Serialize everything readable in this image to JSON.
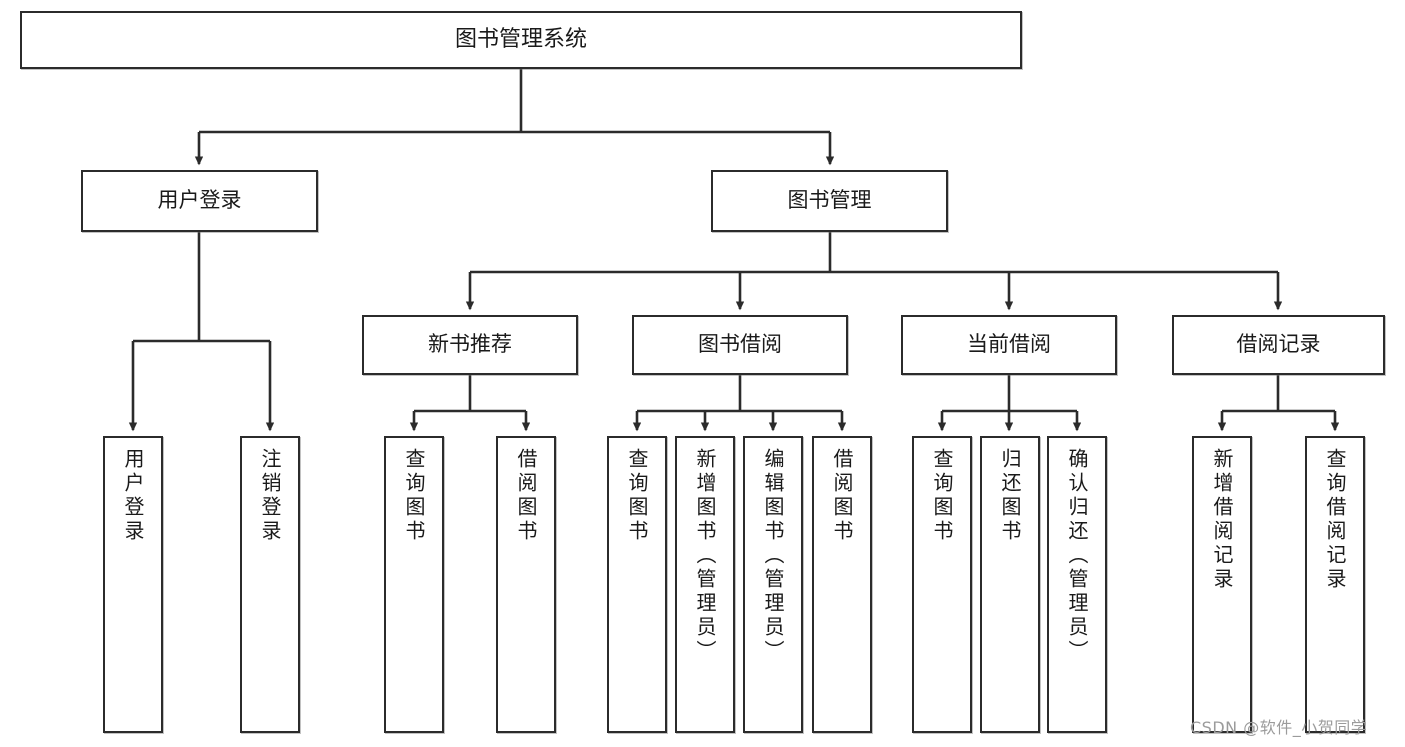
{
  "diagram": {
    "title": "图书管理系统",
    "type": "tree",
    "watermark": "CSDN @软件_小贺同学",
    "colors": {
      "box_border": "#2b2b2b",
      "box_fill": "#ffffff",
      "edge": "#2b2b2b",
      "text": "#1a1a1a",
      "watermark": "#9b9b9b"
    },
    "root": {
      "label": "图书管理系统"
    },
    "level2": [
      {
        "label": "用户登录"
      },
      {
        "label": "图书管理"
      }
    ],
    "level3": [
      {
        "label": "新书推荐"
      },
      {
        "label": "图书借阅"
      },
      {
        "label": "当前借阅"
      },
      {
        "label": "借阅记录"
      }
    ],
    "leaves": {
      "user_login": [
        {
          "label": "用户登录"
        },
        {
          "label": "注销登录"
        }
      ],
      "new_book_recommend": [
        {
          "label": "查询图书"
        },
        {
          "label": "借阅图书"
        }
      ],
      "book_borrow": [
        {
          "label": "查询图书"
        },
        {
          "label": "新增图书（管理员）"
        },
        {
          "label": "编辑图书（管理员）"
        },
        {
          "label": "借阅图书"
        }
      ],
      "current_borrow": [
        {
          "label": "查询图书"
        },
        {
          "label": "归还图书"
        },
        {
          "label": "确认归还（管理员）"
        }
      ],
      "borrow_record": [
        {
          "label": "新增借阅记录"
        },
        {
          "label": "查询借阅记录"
        }
      ]
    }
  }
}
